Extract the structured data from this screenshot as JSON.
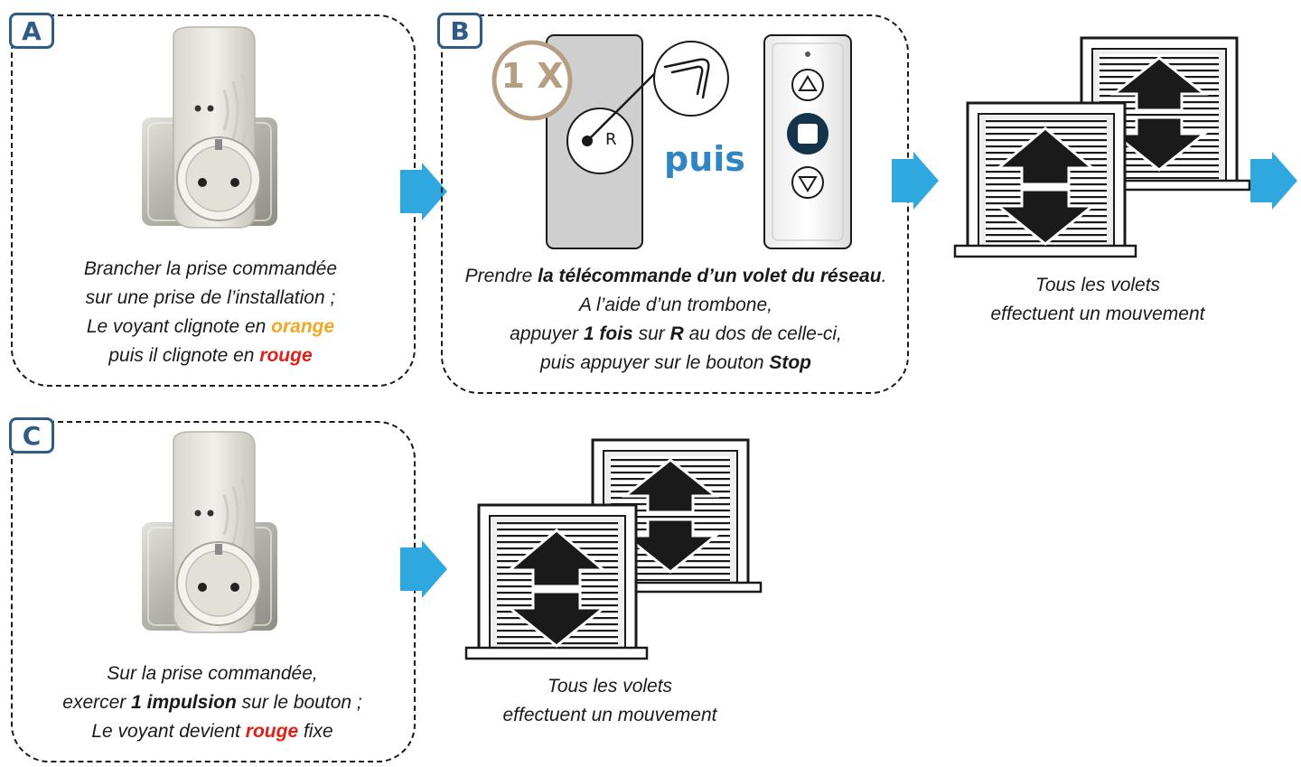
{
  "colors": {
    "badge": "#2e5c86",
    "arrow": "#2fa8df",
    "orange": "#f5a623",
    "red": "#e0201b",
    "puis": "#2f86c3",
    "one_x": "#b59e82"
  },
  "icons": [
    "smart-plug-icon",
    "remote-back-icon",
    "paperclip-icon",
    "remote-control-icon",
    "shutters-icon",
    "arrow-right-icon"
  ],
  "step_a": {
    "label": "A",
    "line1": "Brancher la prise commandée",
    "line2": "sur une prise de l’installation ;",
    "line3_pre": "Le voyant clignote en ",
    "line3_color": "orange",
    "line4_pre": "puis il clignote en ",
    "line4_color": "rouge"
  },
  "step_b": {
    "label": "B",
    "one_x": "1 X",
    "reset_label": "R",
    "puis": "puis",
    "line1_pre": "Prendre ",
    "line1_bold": "la télécommande d’un volet du réseau",
    "line1_post": ".",
    "line2": "A l’aide d’un trombone,",
    "line3_pre": "appuyer ",
    "line3_bold1": "1 fois",
    "line3_mid": " sur ",
    "line3_bold2": "R",
    "line3_post": " au dos de celle-ci,",
    "line4_pre": "puis appuyer sur le bouton ",
    "line4_bold": "Stop"
  },
  "result_1": {
    "line1": "Tous les volets",
    "line2": "effectuent un mouvement"
  },
  "step_c": {
    "label": "C",
    "line1": "Sur la prise commandée,",
    "line2_pre": "exercer ",
    "line2_bold": "1 impulsion",
    "line2_post": " sur le bouton ;",
    "line3_pre": "Le voyant devient ",
    "line3_color": "rouge",
    "line3_post": " fixe"
  },
  "result_2": {
    "line1": "Tous les volets",
    "line2": "effectuent un mouvement"
  }
}
